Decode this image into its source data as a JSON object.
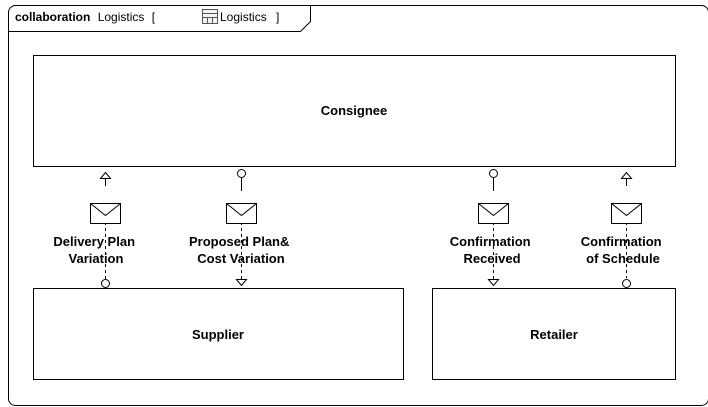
{
  "frame": {
    "keyword": "collaboration",
    "name": "Logistics",
    "bracket_open": "[",
    "type_name": "Logistics",
    "bracket_close": "]",
    "type_icon": "collaboration-type-icon"
  },
  "roles": {
    "consignee": "Consignee",
    "supplier": "Supplier",
    "retailer": "Retailer"
  },
  "messages": [
    {
      "line1": "Delivery Plan",
      "line2": "Variation",
      "icon": "envelope-icon"
    },
    {
      "line1": "Proposed Plan&",
      "line2": "Cost Variation",
      "icon": "envelope-icon"
    },
    {
      "line1": "Confirmation",
      "line2": "Received",
      "icon": "envelope-icon"
    },
    {
      "line1": "Confirmation",
      "line2": "of Schedule",
      "icon": "envelope-icon"
    }
  ]
}
